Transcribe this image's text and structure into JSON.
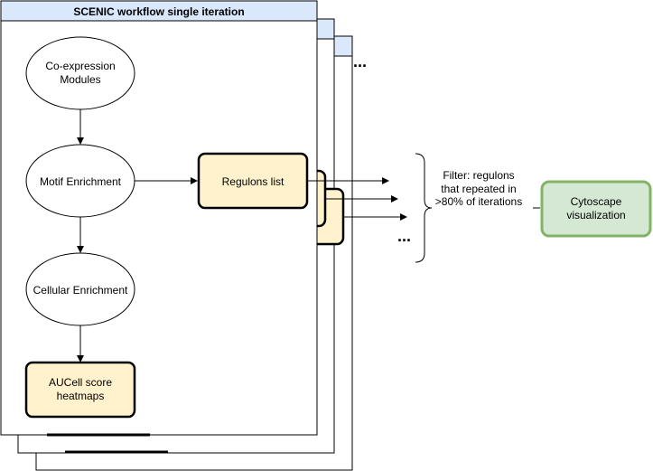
{
  "title": "SCENIC workflow single iteration",
  "nodes": {
    "coexpression": [
      "Co-expression",
      "Modules"
    ],
    "motif": "Motif Enrichment",
    "cellular": "Cellular Enrichment",
    "aucell": [
      "AUCell score",
      "heatmaps"
    ],
    "regulons": "Regulons list",
    "filter": [
      "Filter: regulons",
      "that repeated in",
      ">80% of iterations"
    ],
    "cytoscape": [
      "Cytoscape",
      "visualization"
    ]
  },
  "ellipsis": "...",
  "colors": {
    "header_fill": "#dae8fc",
    "box_fill": "#fff2cc",
    "cytoscape_fill": "#d5e8d4",
    "cytoscape_stroke": "#82b366",
    "stroke": "#000000"
  }
}
